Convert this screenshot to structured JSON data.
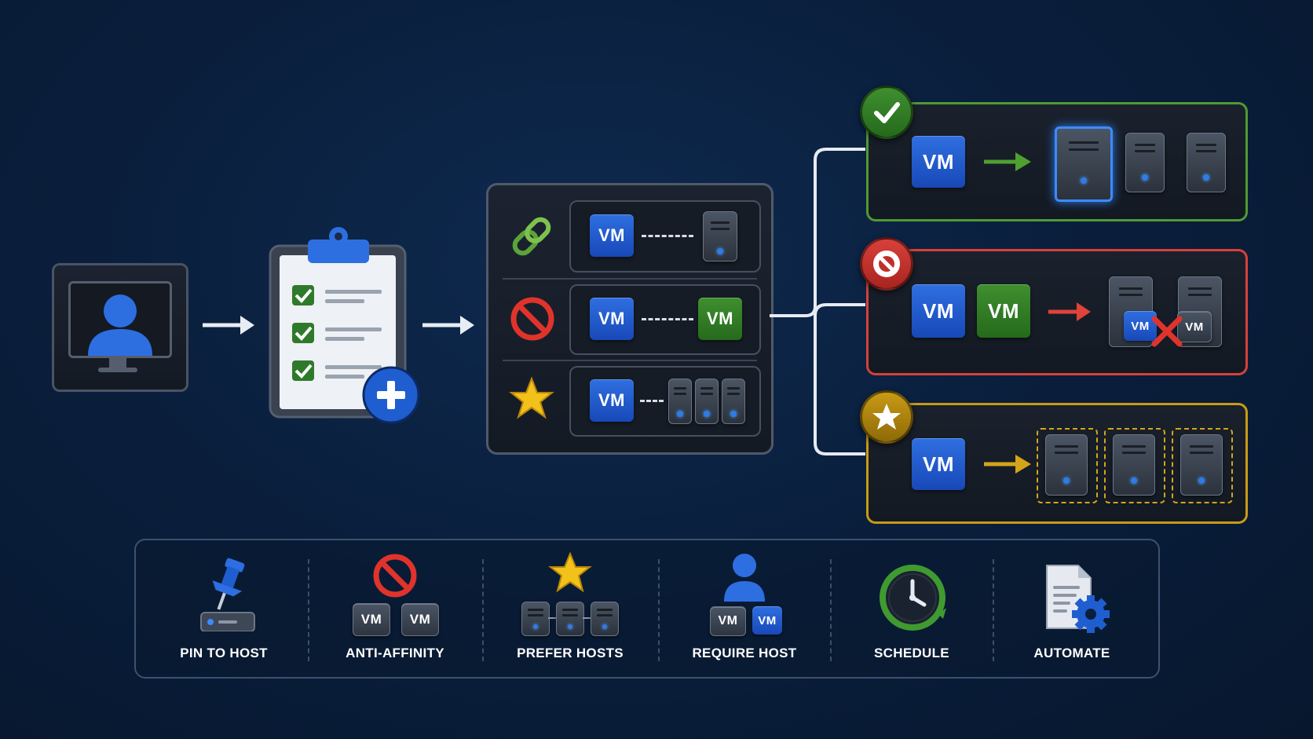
{
  "vm_label": "VM",
  "rule_box": {
    "rows": [
      {
        "icon": "chain-link-icon"
      },
      {
        "icon": "prohibited-icon"
      },
      {
        "icon": "star-icon"
      }
    ]
  },
  "outcomes": [
    {
      "badge": "check-icon",
      "color": "#5aa43a"
    },
    {
      "badge": "prohibited-icon",
      "color": "#e04a42"
    },
    {
      "badge": "star-icon",
      "color": "#d6a418"
    }
  ],
  "legend": [
    {
      "label": "PIN TO HOST",
      "icon": "pushpin-icon"
    },
    {
      "label": "ANTI-AFFINITY",
      "icon": "prohibited-icon"
    },
    {
      "label": "PREFER HOSTS",
      "icon": "star-icon"
    },
    {
      "label": "REQUIRE HOST",
      "icon": "user-icon"
    },
    {
      "label": "SCHEDULE",
      "icon": "clock-icon"
    },
    {
      "label": "AUTOMATE",
      "icon": "document-gear-icon"
    }
  ],
  "colors": {
    "accent_blue": "#1f5ed0",
    "affinity_green": "#5aa43a",
    "conflict_red": "#e04a42",
    "preference_gold": "#d6a418"
  }
}
